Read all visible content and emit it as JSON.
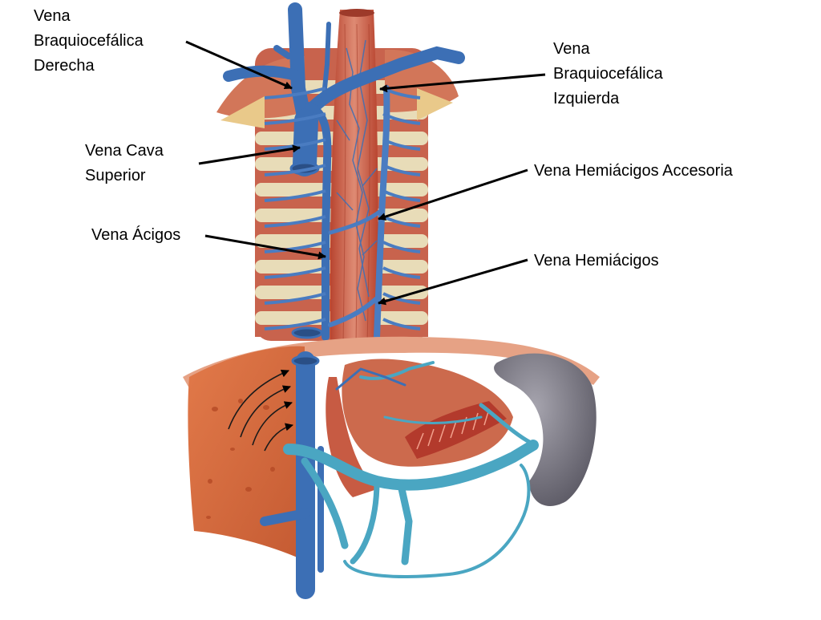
{
  "title": "",
  "labels": [
    {
      "id": "bcd",
      "text": "Vena\nBraquiocefálica\nDerecha"
    },
    {
      "id": "bci",
      "text": "Vena\nBraquiocefálica\nIzquierda"
    },
    {
      "id": "vcs",
      "text": "Vena Cava\nSuperior"
    },
    {
      "id": "vha",
      "text": "Vena Hemiácigos Accesoria"
    },
    {
      "id": "vaz",
      "text": "Vena Ácigos"
    },
    {
      "id": "vh",
      "text": "Vena Hemiácigos"
    }
  ],
  "colors": {
    "vein": "#3c6fb5",
    "vein_light": "#5b93cf",
    "portal_vein": "#4aa6c2",
    "muscle": "#c9533f",
    "rib": "#e8dcb8",
    "liver": "#d5683c",
    "spleen": "#7d7b86",
    "diaphragm": "#d98d6f"
  }
}
